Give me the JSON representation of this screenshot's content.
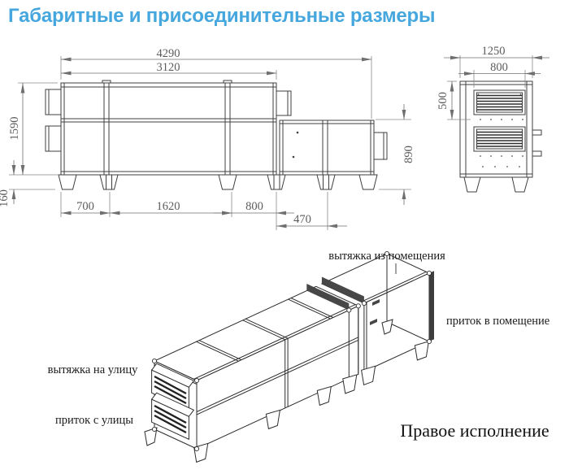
{
  "title": "Габаритные и присоединительные размеры",
  "front_view": {
    "dims": {
      "total_length": "4290",
      "body_length": "3120",
      "height": "1590",
      "leg_height": "160",
      "foot_1": "700",
      "foot_2": "1620",
      "foot_3": "800",
      "foot_4": "470",
      "tail_height": "890"
    }
  },
  "side_view": {
    "dims": {
      "width": "1250",
      "opening_width": "800",
      "opening_height": "500"
    }
  },
  "iso_view": {
    "labels": {
      "exhaust_from_room": "вытяжка из помещения",
      "supply_to_room": "приток в помещение",
      "exhaust_to_street": "вытяжка на улицу",
      "supply_from_street": "приток с улицы",
      "variant": "Правое исполнение"
    }
  },
  "colors": {
    "title": "#46a7de",
    "line": "#3f3f3f",
    "dim": "#6f6f6f",
    "label": "#1c1c1c"
  }
}
